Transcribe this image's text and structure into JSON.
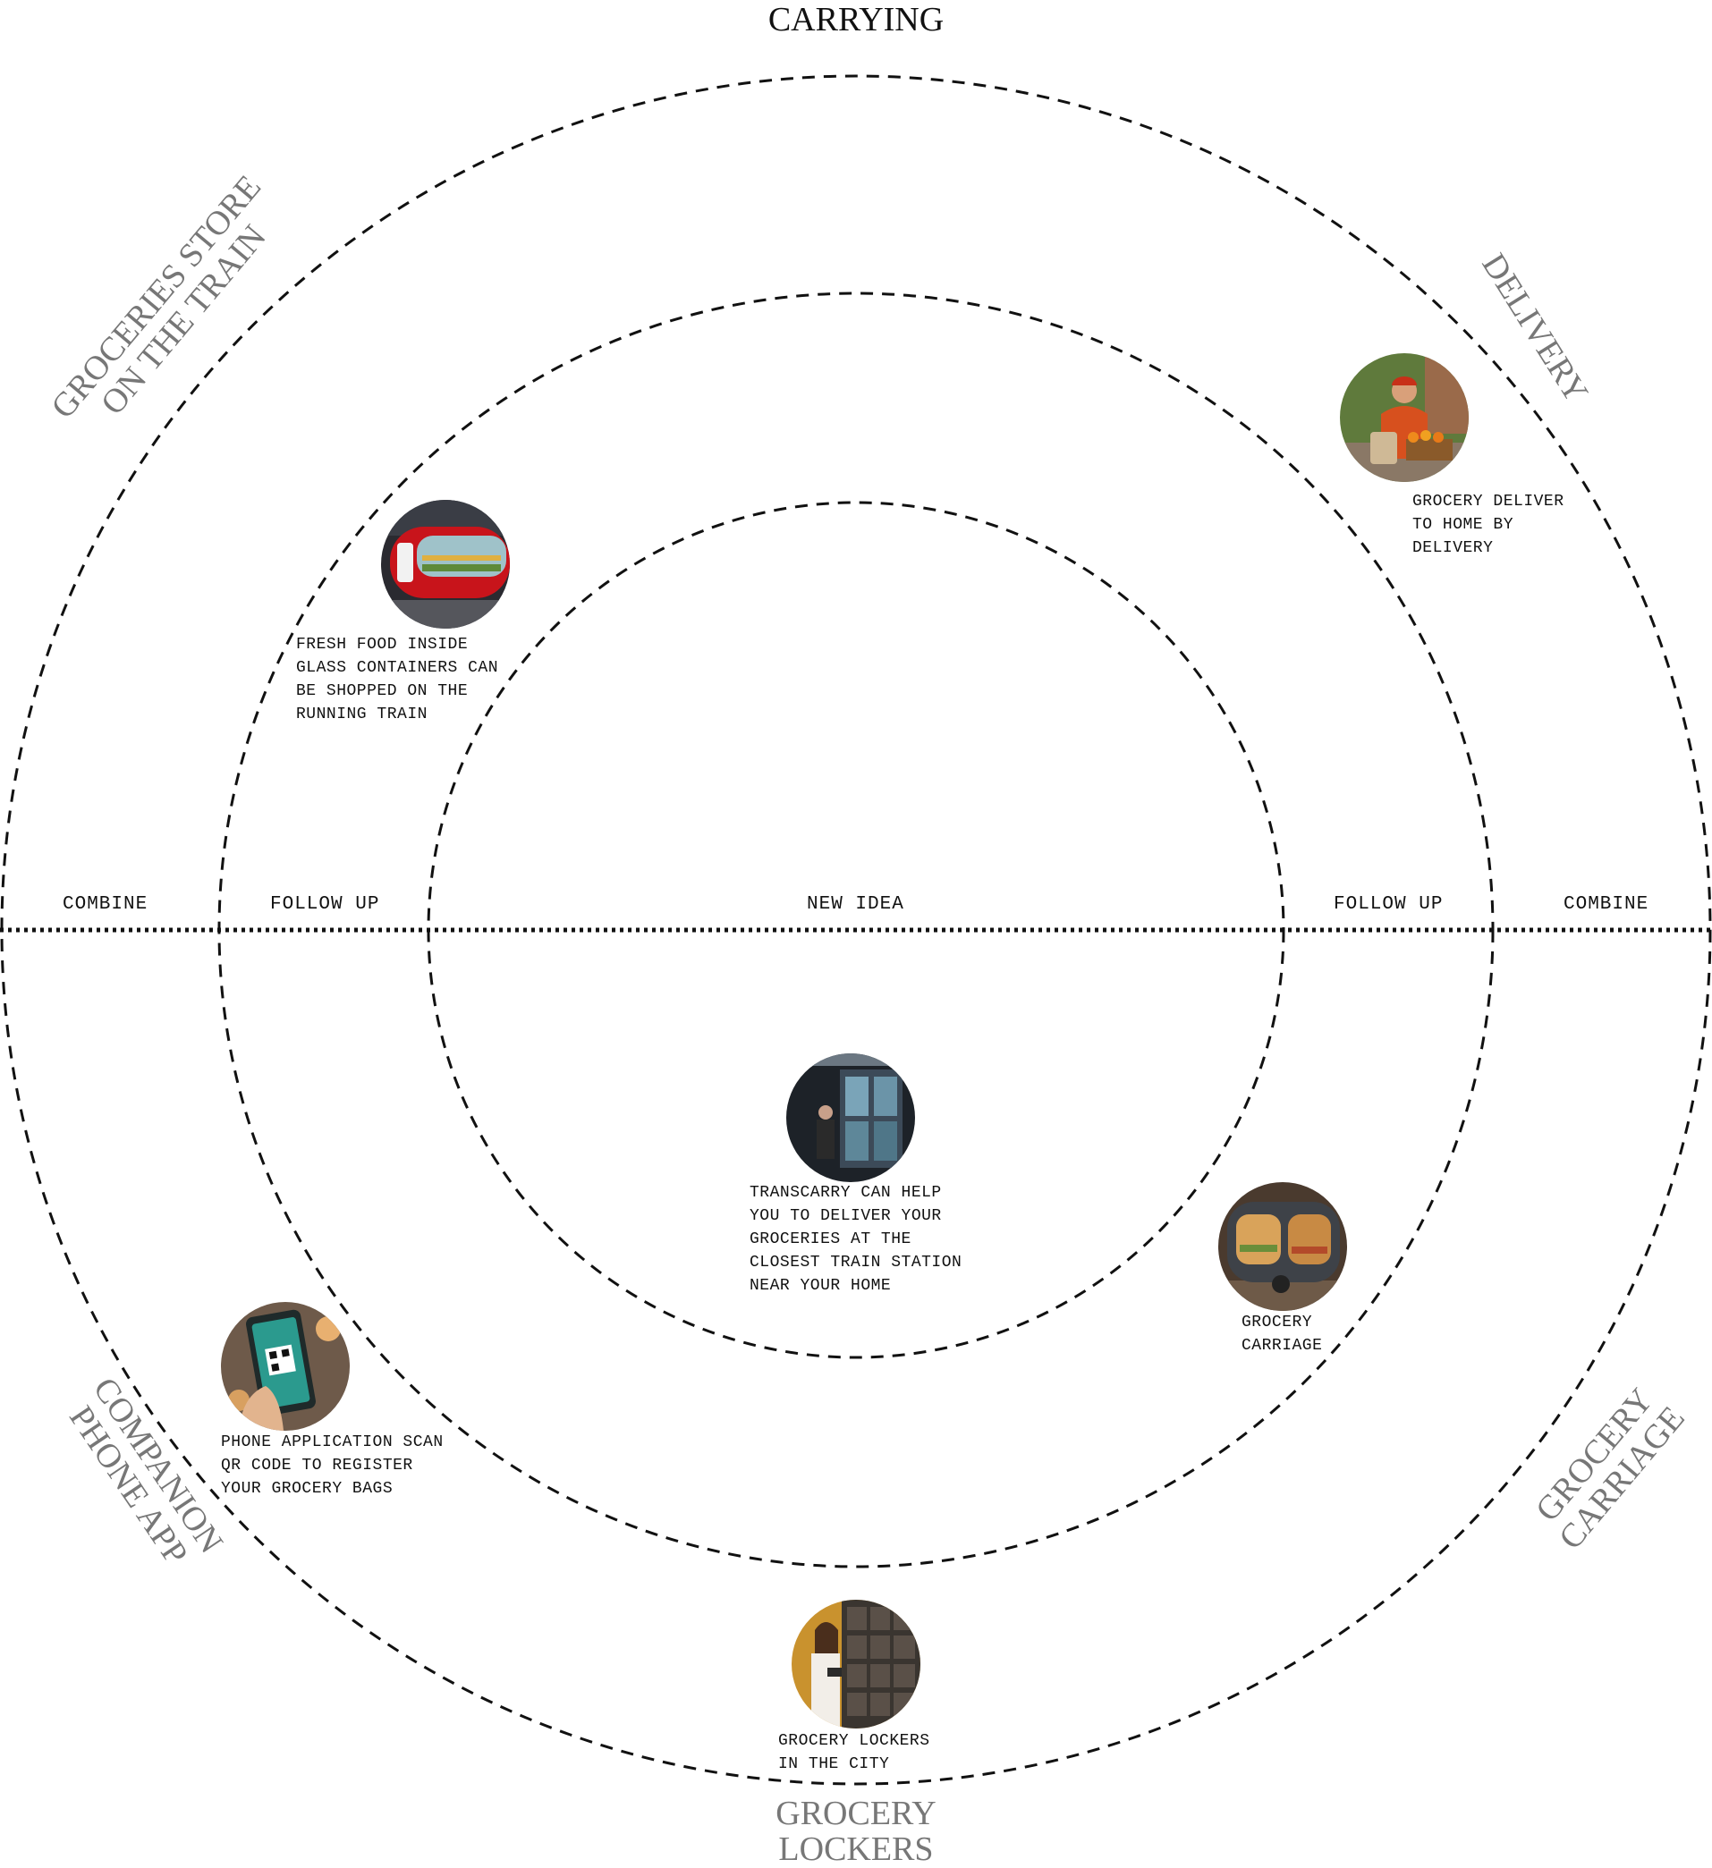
{
  "title": "CARRYING",
  "zones": {
    "left_combine": "COMBINE",
    "left_follow_up": "FOLLOW UP",
    "new_idea": "NEW IDEA",
    "right_follow_up": "FOLLOW UP",
    "right_combine": "COMBINE"
  },
  "sections": {
    "top_left": [
      "GROCERIES STORE",
      "ON THE TRAIN"
    ],
    "top_right": [
      "DELIVERY"
    ],
    "bottom_left": [
      "COMPANION",
      "PHONE APP"
    ],
    "bottom_right": [
      "GROCERY",
      "CARRIAGE"
    ],
    "bottom": [
      "GROCERY",
      "LOCKERS"
    ]
  },
  "ideas": [
    {
      "id": "train-store",
      "image": "train-food-photo",
      "caption": [
        "FRESH FOOD INSIDE",
        "GLASS CONTAINERS CAN",
        "BE SHOPPED ON THE",
        "RUNNING TRAIN"
      ]
    },
    {
      "id": "delivery",
      "image": "delivery-person-photo",
      "caption": [
        "GROCERY DELIVER",
        "TO HOME BY",
        "DELIVERY"
      ]
    },
    {
      "id": "transcarry",
      "image": "station-locker-photo",
      "caption": [
        "TRANSCARRY CAN HELP",
        "YOU TO DELIVER YOUR",
        "GROCERIES AT THE",
        "CLOSEST TRAIN STATION",
        "NEAR YOUR HOME"
      ]
    },
    {
      "id": "carriage",
      "image": "grocery-carriage-photo",
      "caption": [
        "GROCERY",
        "CARRIAGE"
      ]
    },
    {
      "id": "phone-app",
      "image": "phone-qr-photo",
      "caption": [
        "PHONE APPLICATION SCAN",
        "QR CODE TO REGISTER",
        "YOUR GROCERY BAGS"
      ]
    },
    {
      "id": "lockers",
      "image": "city-lockers-photo",
      "caption": [
        "GROCERY LOCKERS",
        "IN THE CITY"
      ]
    }
  ]
}
